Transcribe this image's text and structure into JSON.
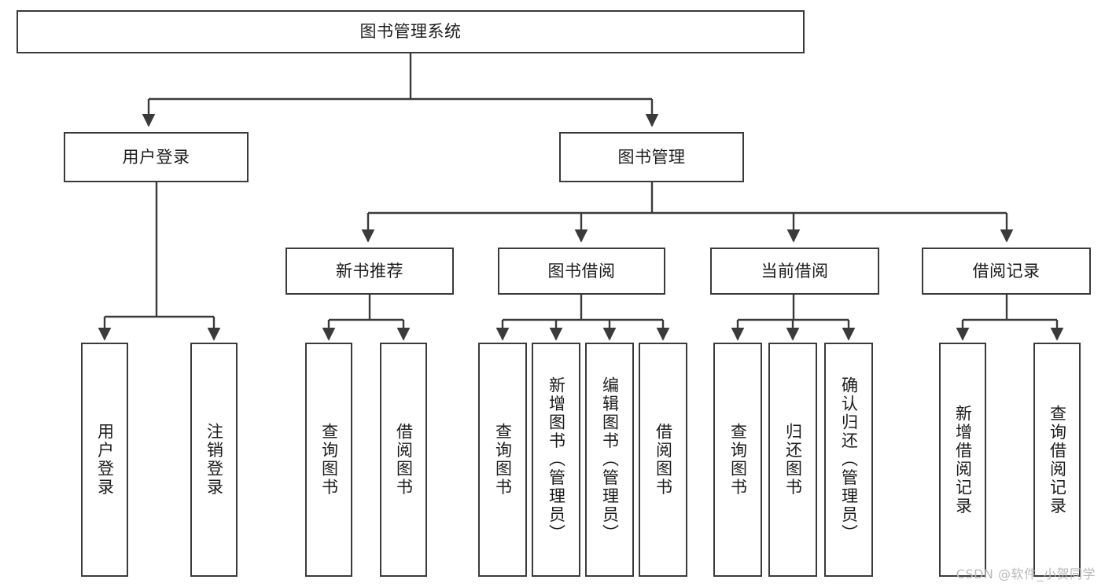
{
  "diagram": {
    "title_node": {
      "label": "图书管理系统"
    },
    "level2": [
      {
        "key": "user_login",
        "label": "用户登录"
      },
      {
        "key": "book_manage",
        "label": "图书管理"
      }
    ],
    "level3": [
      {
        "key": "new_book_rec",
        "label": "新书推荐"
      },
      {
        "key": "book_borrow",
        "label": "图书借阅"
      },
      {
        "key": "current_borrow",
        "label": "当前借阅"
      },
      {
        "key": "borrow_record",
        "label": "借阅记录"
      }
    ],
    "leaves": [
      {
        "key": "leaf_user_login",
        "label": "用户登录",
        "parent": "user_login"
      },
      {
        "key": "leaf_logout",
        "label": "注销登录",
        "parent": "user_login"
      },
      {
        "key": "leaf_query_book_1",
        "label": "查询图书",
        "parent": "new_book_rec"
      },
      {
        "key": "leaf_borrow_book_1",
        "label": "借阅图书",
        "parent": "new_book_rec"
      },
      {
        "key": "leaf_query_book_2",
        "label": "查询图书",
        "parent": "book_borrow"
      },
      {
        "key": "leaf_add_book",
        "label": "新增图书（管理员）",
        "parent": "book_borrow"
      },
      {
        "key": "leaf_edit_book",
        "label": "编辑图书（管理员）",
        "parent": "book_borrow"
      },
      {
        "key": "leaf_borrow_book_2",
        "label": "借阅图书",
        "parent": "book_borrow"
      },
      {
        "key": "leaf_query_book_3",
        "label": "查询图书",
        "parent": "current_borrow"
      },
      {
        "key": "leaf_return_book",
        "label": "归还图书",
        "parent": "current_borrow"
      },
      {
        "key": "leaf_confirm_return",
        "label": "确认归还（管理员）",
        "parent": "current_borrow"
      },
      {
        "key": "leaf_add_record",
        "label": "新增借阅记录",
        "parent": "borrow_record"
      },
      {
        "key": "leaf_query_record",
        "label": "查询借阅记录",
        "parent": "borrow_record"
      }
    ],
    "watermark": "CSDN @软件_小贺同学",
    "colors": {
      "stroke": "#3a3a3a",
      "text": "#1b1b1b",
      "background": "#ffffff",
      "watermark": "#b9b9b9"
    }
  }
}
